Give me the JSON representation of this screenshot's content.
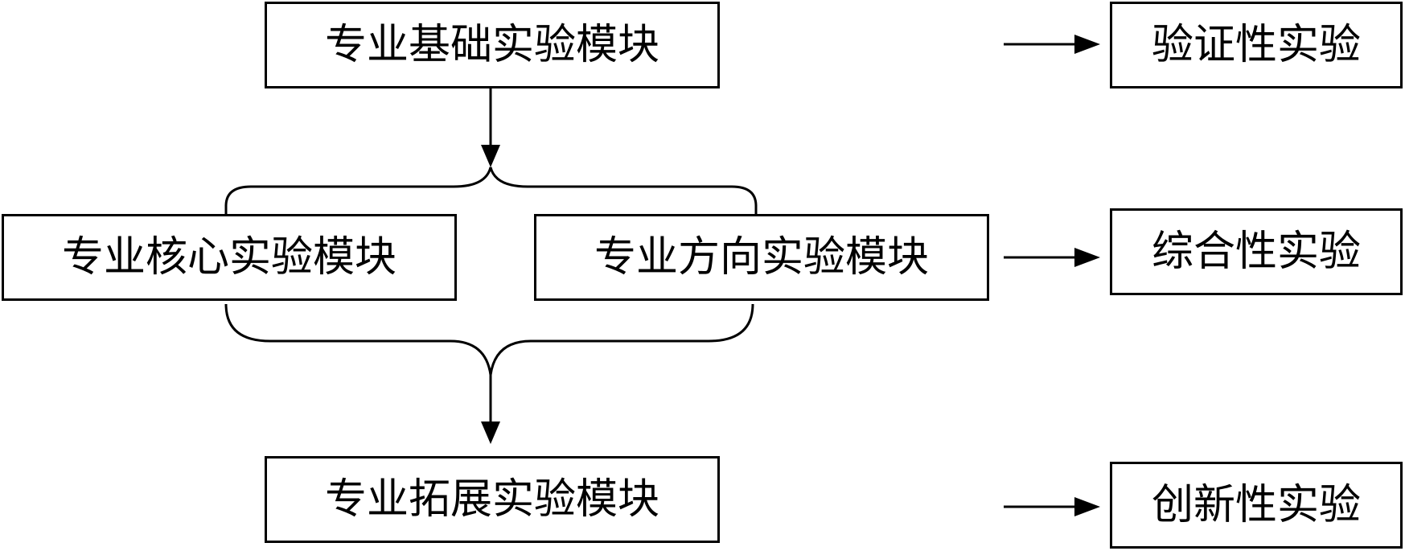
{
  "modules": {
    "foundation": "专业基础实验模块",
    "core": "专业核心实验模块",
    "direction": "专业方向实验模块",
    "extension": "专业拓展实验模块"
  },
  "experiments": {
    "verification": "验证性实验",
    "comprehensive": "综合性实验",
    "innovation": "创新性实验"
  },
  "colors": {
    "stroke": "#000000",
    "background": "#ffffff"
  }
}
